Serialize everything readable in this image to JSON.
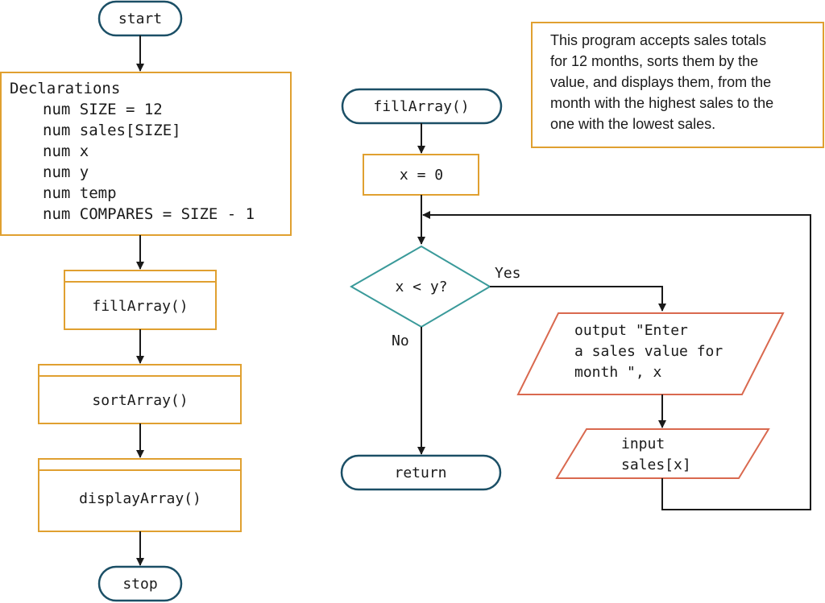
{
  "colors": {
    "terminal_stroke": "#1b4f66",
    "process_stroke": "#e0a030",
    "decision_stroke": "#3a9a9a",
    "io_stroke": "#d9694f",
    "line": "#1a1a1a"
  },
  "main_flow": {
    "start": "start",
    "declarations": [
      "Declarations",
      "num SIZE = 12",
      "num sales[SIZE]",
      "num x",
      "num y",
      "num temp",
      "num COMPARES = SIZE - 1"
    ],
    "fill_call": "fillArray()",
    "sort_call": "sortArray()",
    "display_call": "displayArray()",
    "stop": "stop"
  },
  "fill_flow": {
    "title": "fillArray()",
    "init": "x = 0",
    "condition": "x < y?",
    "yes_label": "Yes",
    "no_label": "No",
    "output_lines": [
      "output \"Enter",
      "a sales value for",
      "month \", x"
    ],
    "input_lines": [
      "input",
      "sales[x]"
    ],
    "return": "return"
  },
  "note": {
    "lines": [
      "This program accepts sales totals",
      "for 12 months, sorts them by the",
      "value, and displays them, from the",
      "month with the highest sales to the",
      "one with the lowest sales."
    ]
  }
}
